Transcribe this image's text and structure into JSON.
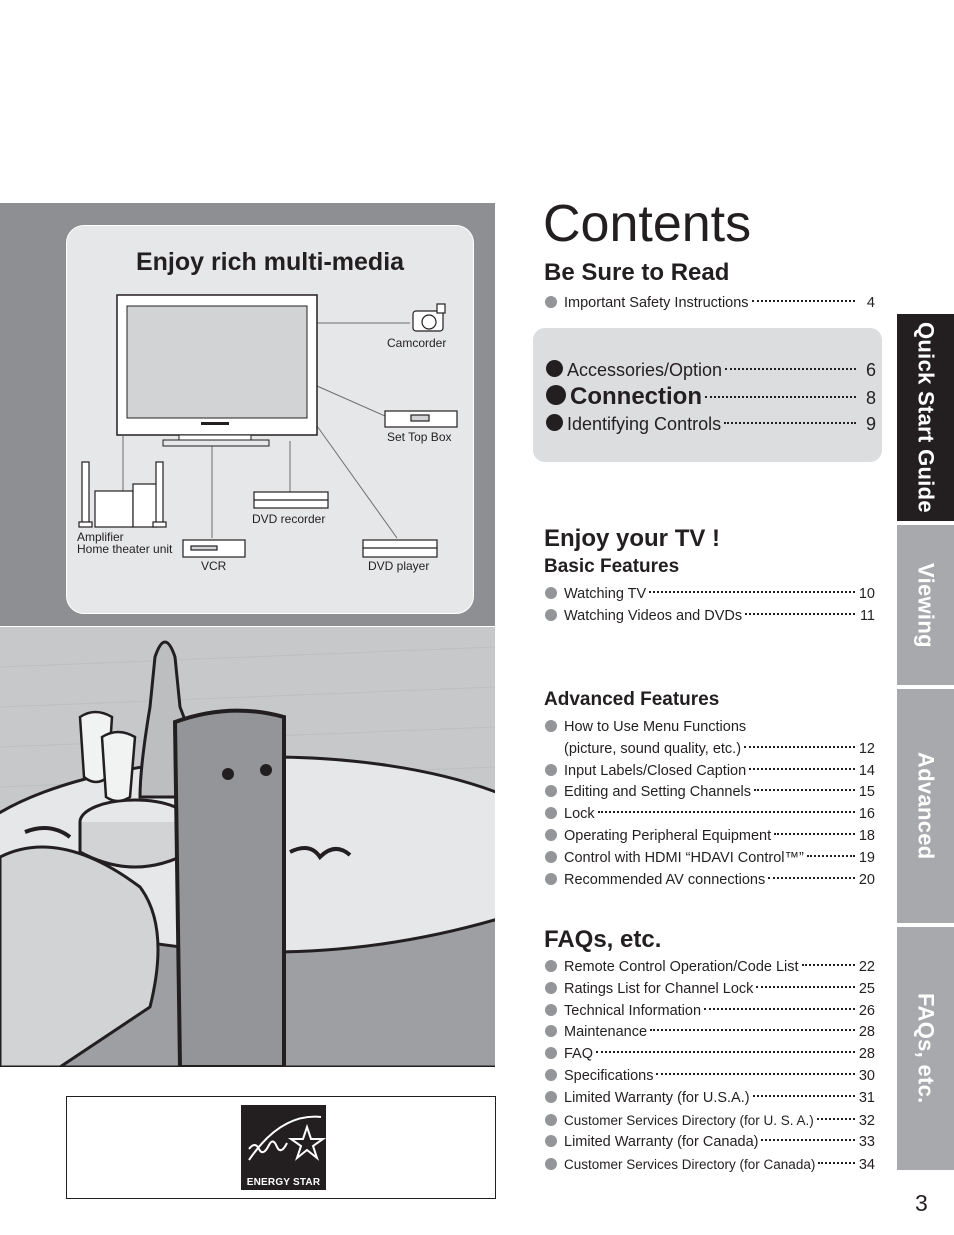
{
  "media_panel": {
    "title": "Enjoy rich multi-media",
    "labels": {
      "camcorder": "Camcorder",
      "set_top_box": "Set Top Box",
      "dvd_recorder": "DVD recorder",
      "amplifier": "Amplifier",
      "home_theater": "Home theater unit",
      "vcr": "VCR",
      "dvd_player": "DVD player"
    }
  },
  "energy_star": {
    "label": "ENERGY STAR",
    "script": "energy"
  },
  "contents": {
    "title": "Contents",
    "be_sure": {
      "title": "Be Sure to Read",
      "items": [
        {
          "label": "Important Safety Instructions",
          "page": "4"
        }
      ]
    },
    "quick_start": {
      "items": [
        {
          "label": "Accessories/Option",
          "page": "6"
        },
        {
          "label": "Connection",
          "page": "8"
        },
        {
          "label": "Identifying Controls",
          "page": "9"
        }
      ]
    },
    "enjoy": {
      "title": "Enjoy your TV !",
      "basic_title": "Basic Features",
      "basic_items": [
        {
          "label": "Watching TV",
          "page": "10"
        },
        {
          "label": "Watching Videos and DVDs",
          "page": "11"
        }
      ],
      "advanced_title": "Advanced Features",
      "advanced_items": [
        {
          "label": "How to Use Menu Functions",
          "page": ""
        },
        {
          "label": "(picture, sound quality, etc.)",
          "page": "12"
        },
        {
          "label": "Input Labels/Closed Caption",
          "page": "14"
        },
        {
          "label": "Editing and Setting Channels",
          "page": "15"
        },
        {
          "label": "Lock",
          "page": "16"
        },
        {
          "label": "Operating Peripheral Equipment",
          "page": "18"
        },
        {
          "label": "Control with HDMI “HDAVI Control™”",
          "page": "19"
        },
        {
          "label": "Recommended AV connections",
          "page": "20"
        }
      ]
    },
    "faqs": {
      "title": "FAQs, etc.",
      "items": [
        {
          "label": "Remote Control Operation/Code List",
          "page": "22"
        },
        {
          "label": "Ratings List for Channel Lock",
          "page": "25"
        },
        {
          "label": "Technical Information",
          "page": "26"
        },
        {
          "label": "Maintenance",
          "page": "28"
        },
        {
          "label": "FAQ",
          "page": "28"
        },
        {
          "label": "Specifications",
          "page": "30"
        },
        {
          "label": "Limited Warranty (for U.S.A.)",
          "page": "31"
        },
        {
          "label": "Customer Services Directory (for U. S. A.)",
          "page": "32"
        },
        {
          "label": "Limited Warranty (for Canada)",
          "page": "33"
        },
        {
          "label": "Customer Services Directory (for Canada)",
          "page": "34"
        }
      ]
    }
  },
  "tabs": [
    {
      "label": "Quick Start Guide",
      "active": true
    },
    {
      "label": "Viewing",
      "active": false
    },
    {
      "label": "Advanced",
      "active": false
    },
    {
      "label": "FAQs, etc.",
      "active": false
    }
  ],
  "colors": {
    "active_tab": "#231f20",
    "inactive_tab": "#a7a9ac",
    "bullet": "#939598",
    "panel": "#8e8f92"
  },
  "page_number": "3"
}
